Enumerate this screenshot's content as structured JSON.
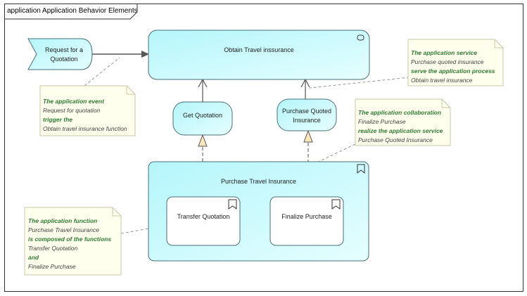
{
  "frame": {
    "title": "application Application Behavior Elements"
  },
  "nodes": {
    "event": "Request for a Quotation",
    "service": "Obtain Travel inssurance",
    "get_quotation": "Get Quotation",
    "purchase_quoted": "Purchase Quoted Insurance",
    "process": "Purchase Travel Insurance",
    "transfer": "Transfer Quotation",
    "finalize": "Finalize Purchase"
  },
  "notes": {
    "event_note": {
      "l1": "The application event",
      "l2": "Request for quotation",
      "l3": "trigger  the",
      "l4": "Obtain travel insurance function"
    },
    "service_note": {
      "l1": "The application service",
      "l2": "Purchase quoted insurance",
      "l3": "serve the application process",
      "l4": "Obtain travel insurance"
    },
    "collab_note": {
      "l1": "The application collaboration",
      "l2": "Finalize Purchase",
      "l3": "realize the application service",
      "l4": "Purchase Quoted Insurance"
    },
    "function_note": {
      "l1": "The application function",
      "l2": "Purchase Travel Insurance",
      "l3": "is composed of the functions",
      "l4": "Transfer Quotation",
      "l5": "and",
      "l6": "Finalize Purchase"
    }
  },
  "colors": {
    "fill": "#c8fbff",
    "border": "#4a6f78",
    "note_fill": "#ffffee",
    "note_border": "#c8c8a8",
    "accent_text": "#2e7d32"
  }
}
